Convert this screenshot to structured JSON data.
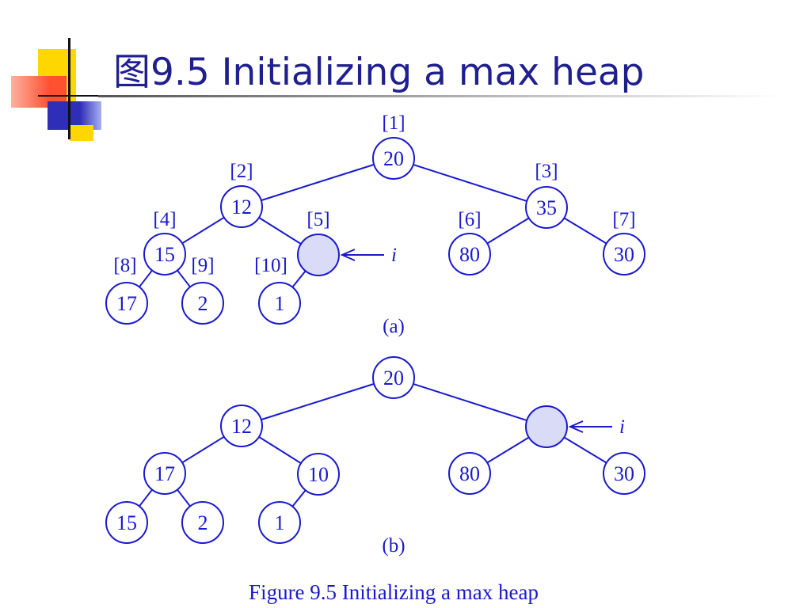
{
  "slide": {
    "title": "图9.5 Initializing a max heap",
    "caption": "Figure 9.5 Initializing a max heap"
  },
  "colors": {
    "title": "#1f1f8f",
    "diagram_ink": "#1a1acd",
    "highlight_fill": "#d9dbf7",
    "deco_yellow": "#ffd700",
    "deco_red": "#ff5030",
    "deco_blue": "#2e2eb8"
  },
  "diagram": {
    "index_labels": [
      "[1]",
      "[2]",
      "[3]",
      "[4]",
      "[5]",
      "[6]",
      "[7]",
      "[8]",
      "[9]",
      "[10]"
    ],
    "pointer_label": "i",
    "panels": [
      {
        "caption": "(a)",
        "show_indices": true,
        "highlight_node": 5,
        "nodes": [
          "20",
          "12",
          "35",
          "15",
          "",
          "80",
          "30",
          "17",
          "2",
          "1"
        ]
      },
      {
        "caption": "(b)",
        "show_indices": false,
        "highlight_node": 3,
        "nodes": [
          "20",
          "12",
          "",
          "17",
          "10",
          "80",
          "30",
          "15",
          "2",
          "1"
        ]
      }
    ]
  }
}
